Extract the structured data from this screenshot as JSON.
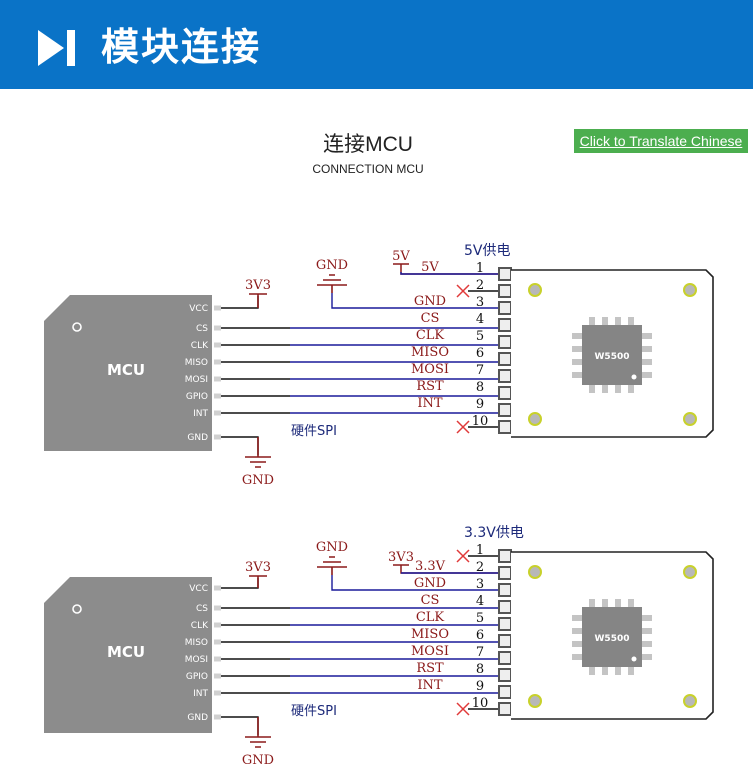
{
  "header": {
    "icon": "play-skip-icon",
    "title": "模块连接",
    "background_color": "#0a73c7"
  },
  "section": {
    "title": "连接MCU",
    "subtitle": "CONNECTION MCU"
  },
  "translate_button": {
    "label": "Click to Translate Chinese",
    "color": "#4cae4f"
  },
  "diagrams": [
    {
      "power_title": "5V供电",
      "mcu": {
        "label": "MCU",
        "pins": [
          "VCC",
          "CS",
          "CLK",
          "MISO",
          "MOSI",
          "GPIO",
          "INT",
          "GND"
        ],
        "vcc_net": "3V3",
        "gnd_net": "GND"
      },
      "bus_label": "硬件SPI",
      "supply_symbol": "5V",
      "gnd_symbol": "GND",
      "header_pins": [
        {
          "num": "1",
          "signal": "5V",
          "nc": false
        },
        {
          "num": "2",
          "signal": "",
          "nc": true
        },
        {
          "num": "3",
          "signal": "GND",
          "nc": false
        },
        {
          "num": "4",
          "signal": "CS",
          "nc": false
        },
        {
          "num": "5",
          "signal": "CLK",
          "nc": false
        },
        {
          "num": "6",
          "signal": "MISO",
          "nc": false
        },
        {
          "num": "7",
          "signal": "MOSI",
          "nc": false
        },
        {
          "num": "8",
          "signal": "RST",
          "nc": false
        },
        {
          "num": "9",
          "signal": "INT",
          "nc": false
        },
        {
          "num": "10",
          "signal": "",
          "nc": true
        }
      ],
      "module_chip": "W5500"
    },
    {
      "power_title": "3.3V供电",
      "mcu": {
        "label": "MCU",
        "pins": [
          "VCC",
          "CS",
          "CLK",
          "MISO",
          "MOSI",
          "GPIO",
          "INT",
          "GND"
        ],
        "vcc_net": "3V3",
        "gnd_net": "GND"
      },
      "bus_label": "硬件SPI",
      "supply_symbol": "3V3",
      "gnd_symbol": "GND",
      "header_pins": [
        {
          "num": "1",
          "signal": "",
          "nc": true
        },
        {
          "num": "2",
          "signal": "3.3V",
          "nc": false
        },
        {
          "num": "3",
          "signal": "GND",
          "nc": false
        },
        {
          "num": "4",
          "signal": "CS",
          "nc": false
        },
        {
          "num": "5",
          "signal": "CLK",
          "nc": false
        },
        {
          "num": "6",
          "signal": "MISO",
          "nc": false
        },
        {
          "num": "7",
          "signal": "MOSI",
          "nc": false
        },
        {
          "num": "8",
          "signal": "RST",
          "nc": false
        },
        {
          "num": "9",
          "signal": "INT",
          "nc": false
        },
        {
          "num": "10",
          "signal": "",
          "nc": true
        }
      ],
      "module_chip": "W5500"
    }
  ]
}
